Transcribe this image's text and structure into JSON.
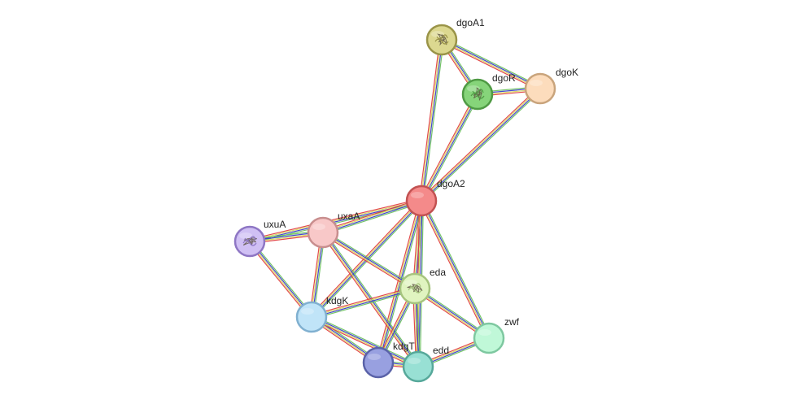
{
  "network": {
    "nodes": [
      {
        "id": "dgoA1",
        "label": "dgoA1",
        "color": "#dcd890",
        "stroke": "#9a9448",
        "icon": "protein-structure-icon"
      },
      {
        "id": "dgoR",
        "label": "dgoR",
        "color": "#86d47a",
        "stroke": "#4f9a44",
        "icon": "protein-structure-icon"
      },
      {
        "id": "dgoK",
        "label": "dgoK",
        "color": "#fcdcbc",
        "stroke": "#c9a47c",
        "icon": ""
      },
      {
        "id": "dgoA2",
        "label": "dgoA2",
        "color": "#f48a8a",
        "stroke": "#c25252",
        "icon": ""
      },
      {
        "id": "uxuA",
        "label": "uxuA",
        "color": "#d0c0f4",
        "stroke": "#8e76c4",
        "icon": "protein-structure-icon"
      },
      {
        "id": "uxaA",
        "label": "uxaA",
        "color": "#f8c8c8",
        "stroke": "#c88e8e",
        "icon": ""
      },
      {
        "id": "eda",
        "label": "eda",
        "color": "#e0f4c0",
        "stroke": "#a6c47e",
        "icon": "protein-structure-icon"
      },
      {
        "id": "kdgK",
        "label": "kdgK",
        "color": "#c0e4f8",
        "stroke": "#80b0d0",
        "icon": ""
      },
      {
        "id": "zwf",
        "label": "zwf",
        "color": "#c0f8d8",
        "stroke": "#7ec8a0",
        "icon": ""
      },
      {
        "id": "kdgT",
        "label": "kdgT",
        "color": "#98a0e0",
        "stroke": "#5a62a8",
        "icon": ""
      },
      {
        "id": "edd",
        "label": "edd",
        "color": "#98e0d4",
        "stroke": "#56a89a",
        "icon": ""
      }
    ],
    "edges": [
      [
        "dgoA1",
        "dgoR"
      ],
      [
        "dgoA1",
        "dgoK"
      ],
      [
        "dgoA1",
        "dgoA2"
      ],
      [
        "dgoR",
        "dgoK"
      ],
      [
        "dgoR",
        "dgoA2"
      ],
      [
        "dgoK",
        "dgoA2"
      ],
      [
        "dgoA2",
        "uxuA"
      ],
      [
        "dgoA2",
        "uxaA"
      ],
      [
        "dgoA2",
        "eda"
      ],
      [
        "dgoA2",
        "kdgK"
      ],
      [
        "dgoA2",
        "zwf"
      ],
      [
        "dgoA2",
        "kdgT"
      ],
      [
        "dgoA2",
        "edd"
      ],
      [
        "uxuA",
        "uxaA"
      ],
      [
        "uxuA",
        "kdgK"
      ],
      [
        "uxaA",
        "kdgK"
      ],
      [
        "uxaA",
        "eda"
      ],
      [
        "uxaA",
        "edd"
      ],
      [
        "eda",
        "kdgK"
      ],
      [
        "eda",
        "zwf"
      ],
      [
        "eda",
        "kdgT"
      ],
      [
        "eda",
        "edd"
      ],
      [
        "kdgK",
        "kdgT"
      ],
      [
        "kdgK",
        "edd"
      ],
      [
        "zwf",
        "edd"
      ],
      [
        "kdgT",
        "edd"
      ]
    ],
    "edge_colors": [
      "#6cc060",
      "#3a3ad0",
      "#d8d860",
      "#e04040"
    ]
  }
}
